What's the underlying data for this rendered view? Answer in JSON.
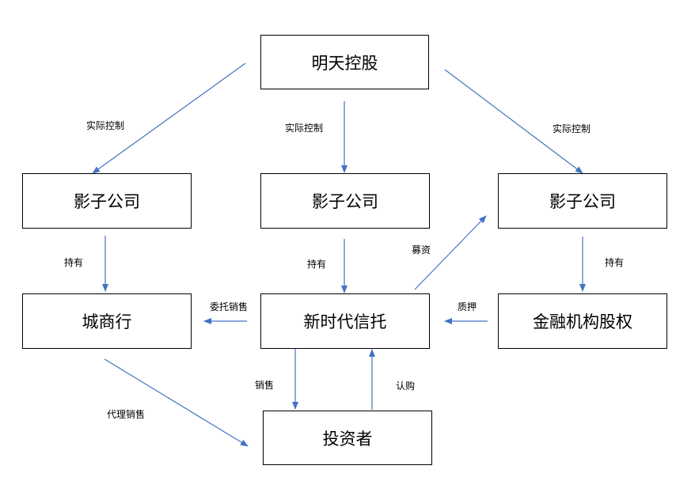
{
  "nodes": {
    "holding": "明天控股",
    "shadow_left": "影子公司",
    "shadow_mid": "影子公司",
    "shadow_right": "影子公司",
    "city_bank": "城商行",
    "trust": "新时代信托",
    "fin_equity": "金融机构股权",
    "investor": "投资者"
  },
  "edges": {
    "control_left": "实际控制",
    "control_mid": "实际控制",
    "control_right": "实际控制",
    "hold_left": "持有",
    "hold_mid": "持有",
    "hold_right": "持有",
    "fundraise": "募资",
    "entrust_sale": "委托销售",
    "pledge": "质押",
    "agency_sale": "代理销售",
    "sale": "销售",
    "subscribe": "认购"
  },
  "colors": {
    "arrow": "#4472C4",
    "box_border": "#000000"
  }
}
